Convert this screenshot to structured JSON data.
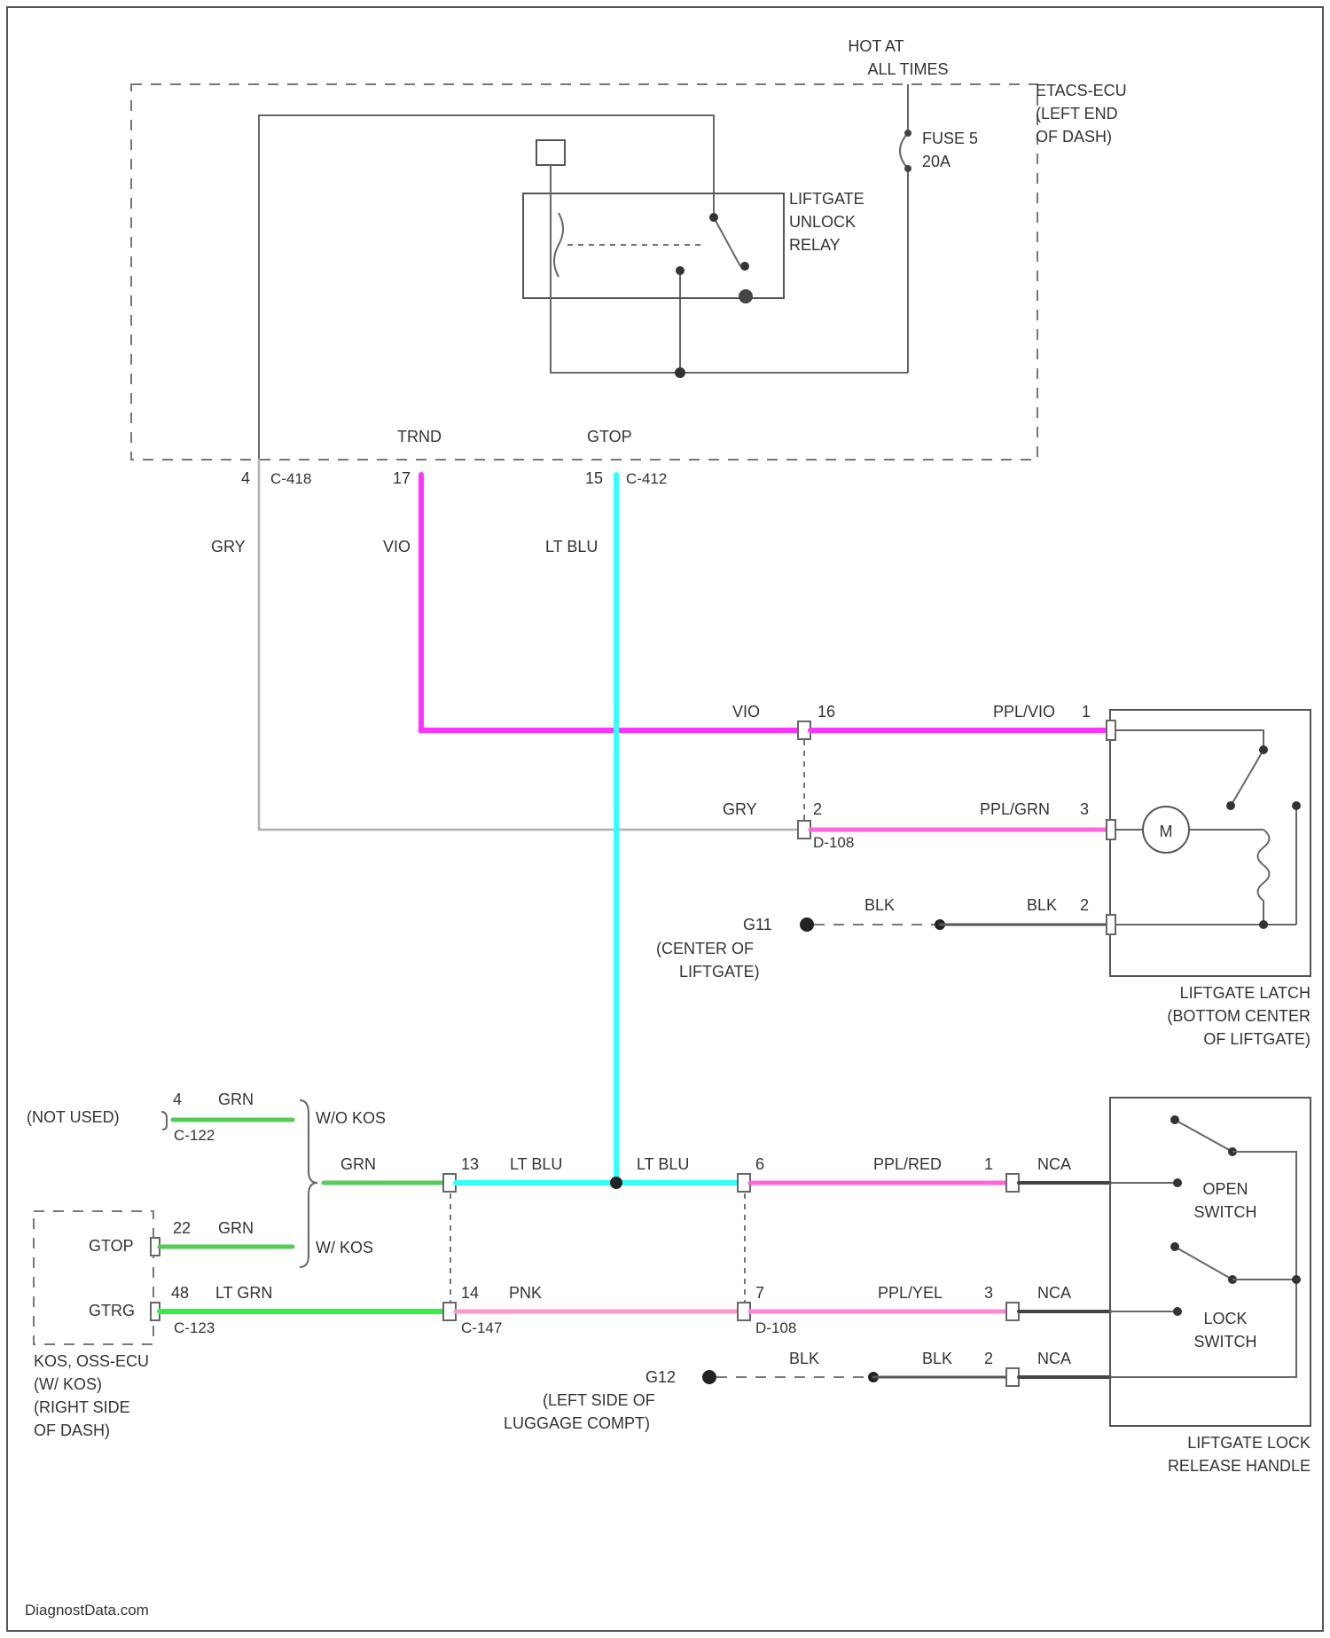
{
  "colors": {
    "vio": "#ff33ff",
    "lt_blu": "#33ffff",
    "gry": "#b0b0b0",
    "grn": "#55cc55",
    "lt_grn": "#33ee44",
    "pnk": "#ff99cc",
    "ppl": "#ff66dd",
    "blk": "#555555",
    "nca": "#444444",
    "outline": "#555555"
  },
  "power": {
    "line1": "HOT AT",
    "line2": "ALL TIMES"
  },
  "etacs": {
    "line1": "ETACS-ECU",
    "line2": "(LEFT END",
    "line3": "OF DASH)"
  },
  "fuse": {
    "line1": "FUSE 5",
    "line2": "20A"
  },
  "relay": {
    "line1": "LIFTGATE",
    "line2": "UNLOCK",
    "line3": "RELAY"
  },
  "etacs_pins": {
    "trnd": "TRND",
    "gtop": "GTOP",
    "pin_gry": "4",
    "conn_gry": "C-418",
    "pin_trnd": "17",
    "pin_gtop": "15",
    "conn_gtop": "C-412"
  },
  "wires": {
    "gry": "GRY",
    "vio": "VIO",
    "lt_blu": "LT BLU",
    "ppl_vio": "PPL/VIO",
    "ppl_grn": "PPL/GRN",
    "blk": "BLK",
    "grn": "GRN",
    "lt_grn": "LT GRN",
    "pnk": "PNK",
    "ppl_red": "PPL/RED",
    "ppl_yel": "PPL/YEL",
    "nca": "NCA"
  },
  "d108_upper": {
    "pin_vio": "16",
    "pin_gry": "2",
    "conn": "D-108"
  },
  "latch": {
    "pin1": "1",
    "pin3": "3",
    "pin2": "2",
    "motor": "M",
    "line1": "LIFTGATE LATCH",
    "line2": "(BOTTOM CENTER",
    "line3": "OF LIFTGATE)"
  },
  "ground1": {
    "id": "G11",
    "line1": "(CENTER OF",
    "line2": "LIFTGATE)"
  },
  "ground2": {
    "id": "G12",
    "line1": "(LEFT SIDE OF",
    "line2": "LUGGAGE COMPT)"
  },
  "kos": {
    "not_used": "(NOT USED)",
    "pin4": "4",
    "conn_top": "C-122",
    "w_o_kos": "W/O KOS",
    "w_kos": "W/ KOS",
    "gtop": "GTOP",
    "gtrg": "GTRG",
    "pin22": "22",
    "pin48": "48",
    "conn_bottom": "C-123",
    "line1": "KOS, OSS-ECU",
    "line2": "(W/ KOS)",
    "line3": "(RIGHT SIDE",
    "line4": "OF DASH)"
  },
  "c147": {
    "pin13": "13",
    "pin14": "14",
    "conn": "C-147"
  },
  "d108_lower": {
    "pin6": "6",
    "pin7": "7",
    "conn": "D-108"
  },
  "handle": {
    "pin1": "1",
    "pin3": "3",
    "pin2": "2",
    "open_line1": "OPEN",
    "open_line2": "SWITCH",
    "lock_line1": "LOCK",
    "lock_line2": "SWITCH",
    "line1": "LIFTGATE LOCK",
    "line2": "RELEASE HANDLE"
  },
  "footer": {
    "watermark": "DiagnostData.com"
  }
}
